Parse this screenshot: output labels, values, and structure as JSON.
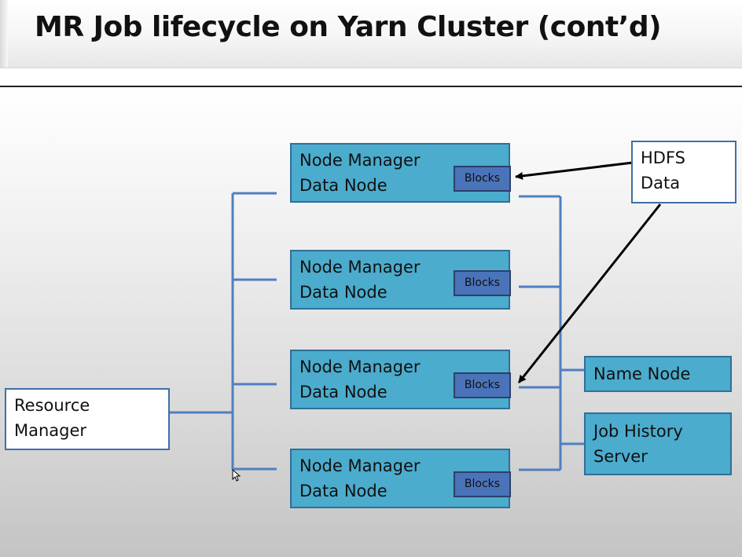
{
  "slide": {
    "title": "MR Job lifecycle on Yarn Cluster (cont’d)"
  },
  "resource_manager": {
    "line1": "Resource",
    "line2": "Manager"
  },
  "node_managers": [
    {
      "line1": "Node Manager",
      "line2": "Data Node",
      "blocks": "Blocks"
    },
    {
      "line1": "Node Manager",
      "line2": "Data Node",
      "blocks": "Blocks"
    },
    {
      "line1": "Node Manager",
      "line2": "Data Node",
      "blocks": "Blocks"
    },
    {
      "line1": "Node Manager",
      "line2": "Data Node",
      "blocks": "Blocks"
    }
  ],
  "hdfs_data": {
    "line1": "HDFS",
    "line2": "Data"
  },
  "name_node": {
    "label": "Name Node"
  },
  "job_history_server": {
    "line1": "Job History",
    "line2": "Server"
  },
  "colors": {
    "node_fill": "#4baccd",
    "node_border": "#2f6f99",
    "blocks_fill": "#4a73b9",
    "connector": "#4f7fc0",
    "arrow": "#000000"
  }
}
